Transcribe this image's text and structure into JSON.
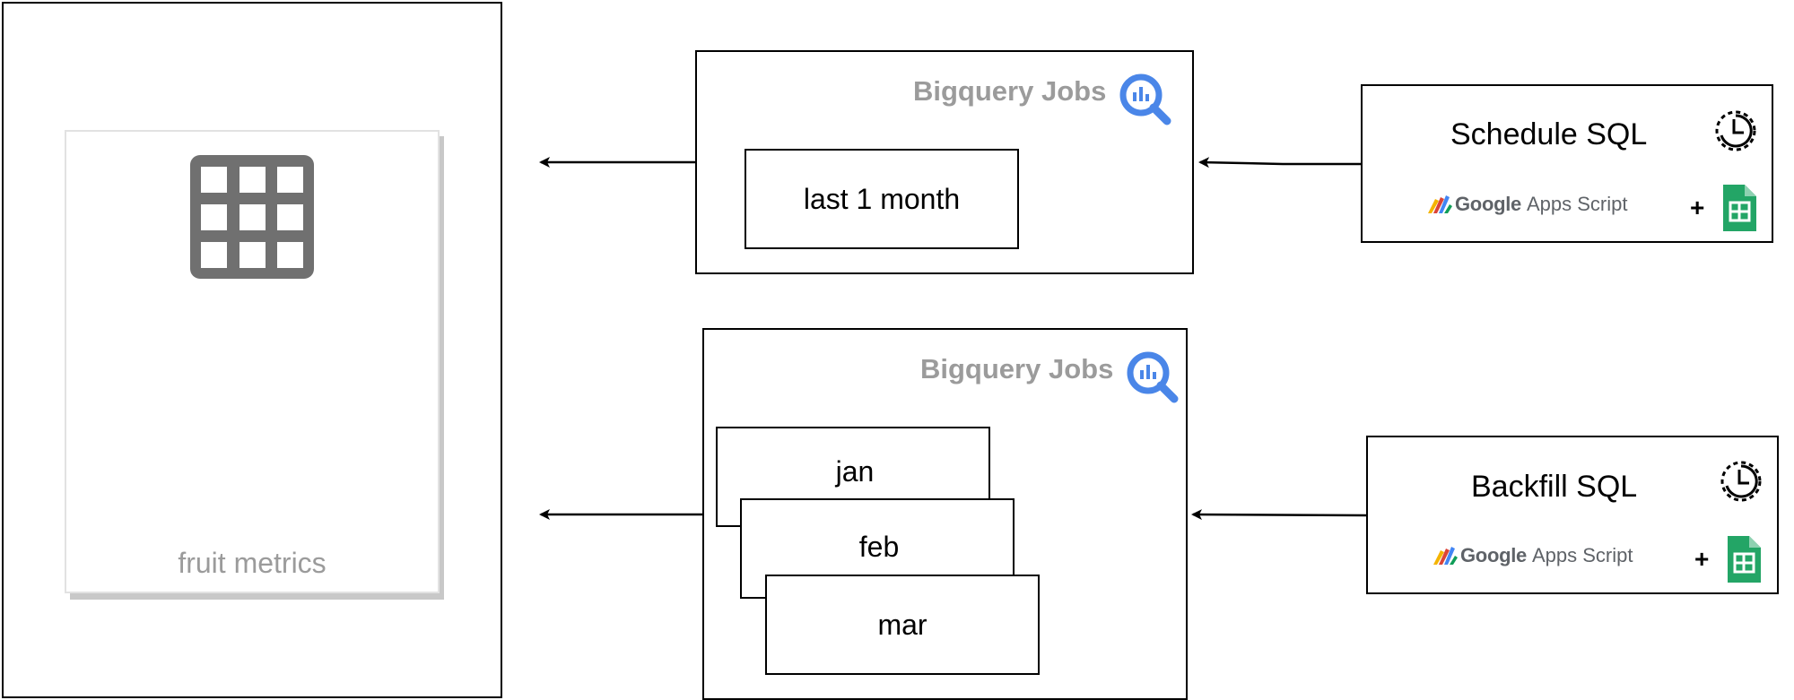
{
  "dashboard": {
    "card_label": "fruit metrics",
    "icon": "grid-table-icon"
  },
  "bigquery_top": {
    "title": "Bigquery Jobs",
    "icon": "bigquery-icon",
    "jobs": [
      "last 1 month"
    ]
  },
  "bigquery_bottom": {
    "title": "Bigquery Jobs",
    "icon": "bigquery-icon",
    "jobs": [
      "jan",
      "feb",
      "mar"
    ]
  },
  "schedule": {
    "title": "Schedule SQL",
    "apps_script_google": "Google",
    "apps_script_name": "Apps Script",
    "plus": "+",
    "clock_icon": "clock-icon",
    "sheets_icon": "google-sheets-icon"
  },
  "backfill": {
    "title": "Backfill SQL",
    "apps_script_google": "Google",
    "apps_script_name": "Apps Script",
    "plus": "+",
    "clock_icon": "clock-icon",
    "sheets_icon": "google-sheets-icon"
  },
  "colors": {
    "bigquery_blue": "#4a86e8",
    "sheets_green": "#23a566",
    "grid_gray": "#707070",
    "label_gray": "#9b9b9b"
  }
}
